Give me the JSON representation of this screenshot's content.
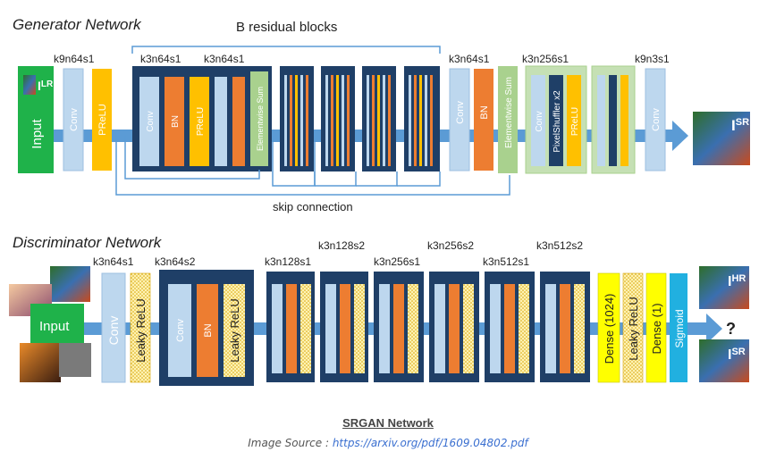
{
  "generator": {
    "title": "Generator Network",
    "residual_label": "B residual blocks",
    "skip_label": "skip connection",
    "input_label": "Input",
    "input_sub": "LR",
    "output_sub": "SR",
    "conv_label": "Conv",
    "prelu_label": "PReLU",
    "bn_label": "BN",
    "elemsum_label": "Elementwise Sum",
    "pixelshuffler_label": "PixelShuffler x2",
    "kernel_labels": [
      "k9n64s1",
      "k3n64s1",
      "k3n64s1",
      "k3n64s1",
      "k3n256s1",
      "k9n3s1"
    ]
  },
  "discriminator": {
    "title": "Discriminator Network",
    "input_label": "Input",
    "conv_label": "Conv",
    "leaky_label": "Leaky ReLU",
    "bn_label": "BN",
    "dense1024_label": "Dense (1024)",
    "dense1_label": "Dense (1)",
    "sigmoid_label": "Sigmoid",
    "question": "?",
    "hr_sub": "HR",
    "sr_sub": "SR",
    "kernel_labels": [
      "k3n64s1",
      "k3n64s2",
      "k3n128s1",
      "k3n128s2",
      "k3n256s1",
      "k3n256s2",
      "k3n512s1",
      "k3n512s2"
    ]
  },
  "caption": {
    "title": "SRGAN Network",
    "source_prefix": "Image Source : ",
    "source_link": "https://arxiv.org/pdf/1609.04802.pdf"
  },
  "colors": {
    "navy": "#1f3f67",
    "conv": "#bdd7ee",
    "bn": "#ed7d31",
    "prelu": "#ffc000",
    "input": "#1fb24a",
    "elemsum": "#a9d18e",
    "arrow": "#5b9bd5",
    "dense": "#ffff00",
    "sigmoid": "#21b0e0",
    "leaky_fill": "#fff2b3"
  }
}
